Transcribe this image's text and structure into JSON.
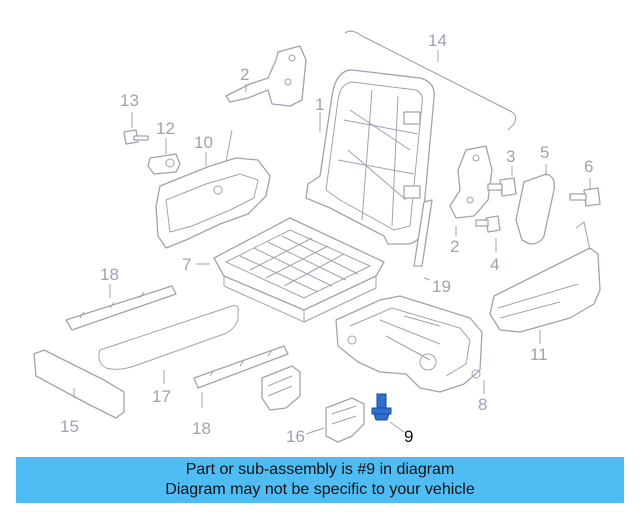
{
  "diagram": {
    "callouts": {
      "c1": "1",
      "c2a": "2",
      "c2b": "2",
      "c3": "3",
      "c4": "4",
      "c5": "5",
      "c6": "6",
      "c7": "7",
      "c8": "8",
      "c9": "9",
      "c10": "10",
      "c11": "11",
      "c12": "12",
      "c13": "13",
      "c14": "14",
      "c15": "15",
      "c16": "16",
      "c17": "17",
      "c18a": "18",
      "c18b": "18",
      "c19": "19"
    },
    "highlight_part": "9",
    "colors": {
      "line": "#9ea3b0",
      "highlight_bolt": "#2f6fd0",
      "banner": "#4fbdf4"
    }
  },
  "banner": {
    "line1": "Part or sub-assembly is #9 in diagram",
    "line2": "Diagram may not be specific to your vehicle"
  }
}
